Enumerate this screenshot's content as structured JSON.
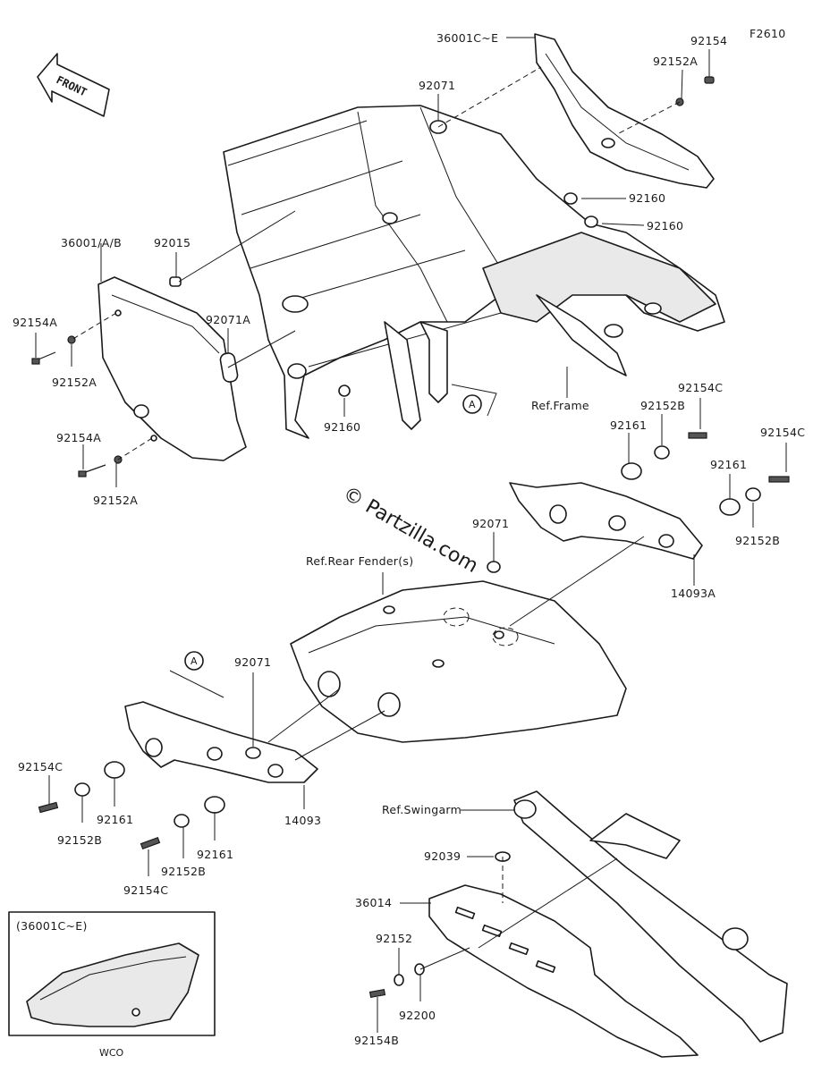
{
  "figure_id": "F2610",
  "front_label": "FRONT",
  "watermark": "© Partzilla.com",
  "ref_marker": "A",
  "inset_title": "(36001C~E)",
  "inset_footer": "WCO",
  "callouts": {
    "c36001CE": "36001C~E",
    "c92154": "92154",
    "c92152A_top": "92152A",
    "c92071_top": "92071",
    "c92160_a": "92160",
    "c92160_b": "92160",
    "c36001AB": "36001/A/B",
    "c92015": "92015",
    "c92071A": "92071A",
    "c92154A_1": "92154A",
    "c92152A_1": "92152A",
    "c92154A_2": "92154A",
    "c92152A_2": "92152A",
    "c92160_c": "92160",
    "ref_frame": "Ref.Frame",
    "c92154C_1": "92154C",
    "c92152B_1": "92152B",
    "c92161_1": "92161",
    "c92154C_2": "92154C",
    "c92161_2": "92161",
    "c92152B_2": "92152B",
    "c14093A": "14093A",
    "c92071_mid": "92071",
    "ref_rear_fender": "Ref.Rear Fender(s)",
    "c92071_left": "92071",
    "c92154C_3": "92154C",
    "c92152B_3": "92152B",
    "c92161_3": "92161",
    "c14093": "14093",
    "c92152B_4": "92152B",
    "c92161_4": "92161",
    "c92154C_4": "92154C",
    "ref_swingarm": "Ref.Swingarm",
    "c92039": "92039",
    "c36014": "36014",
    "c92152": "92152",
    "c92200": "92200",
    "c92154B": "92154B"
  }
}
